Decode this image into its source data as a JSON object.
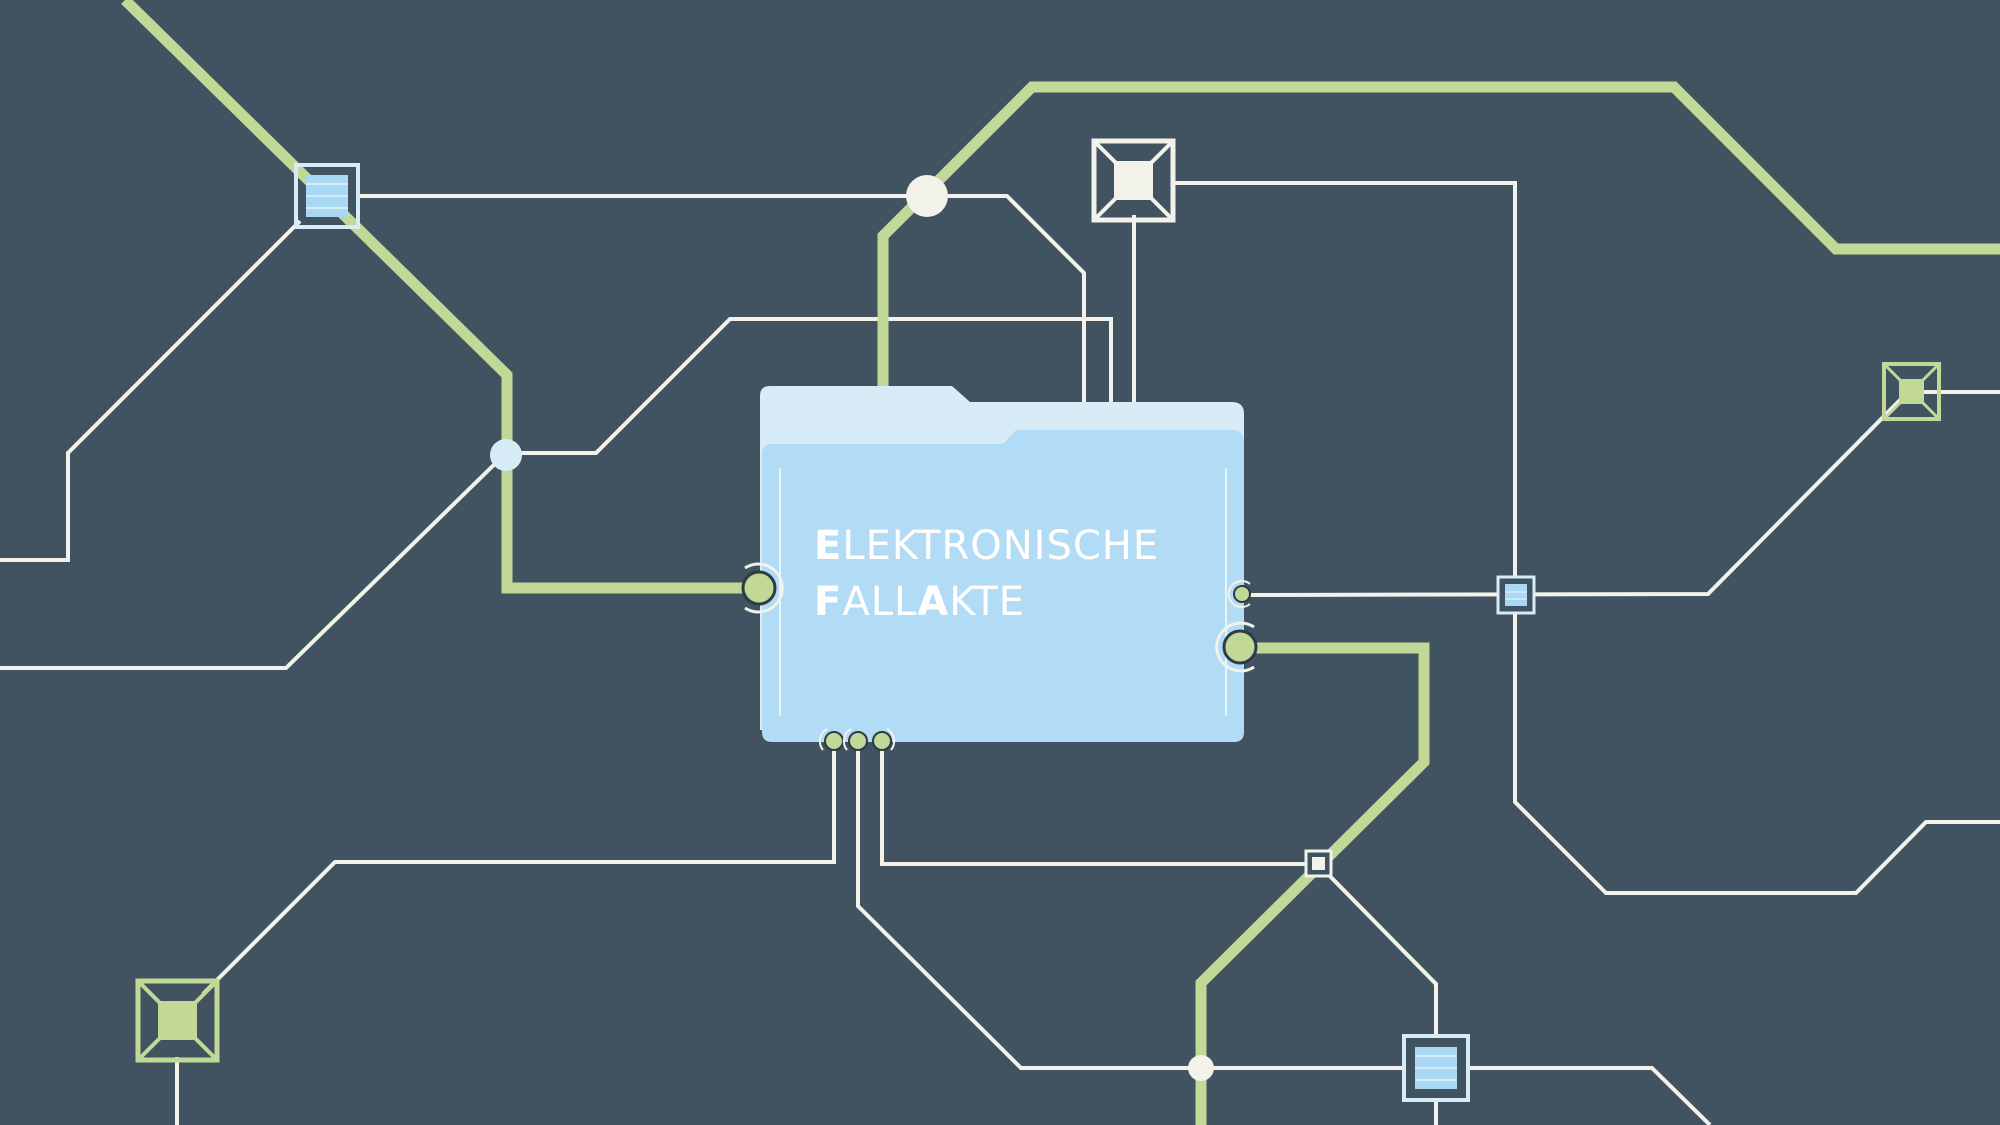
{
  "title": {
    "line1": {
      "first": "E",
      "rest": "LEKTRONISCHE"
    },
    "line2": {
      "first": "F",
      "mid": "ALL",
      "a": "A",
      "rest": "KTE"
    }
  },
  "colors": {
    "background": "#415360",
    "circuit_green": "#c1d896",
    "circuit_white": "#f2f2ea",
    "folder_front": "#b2dcf5",
    "folder_back": "#d8ecf8",
    "node_blue": "#a9d8f4"
  }
}
